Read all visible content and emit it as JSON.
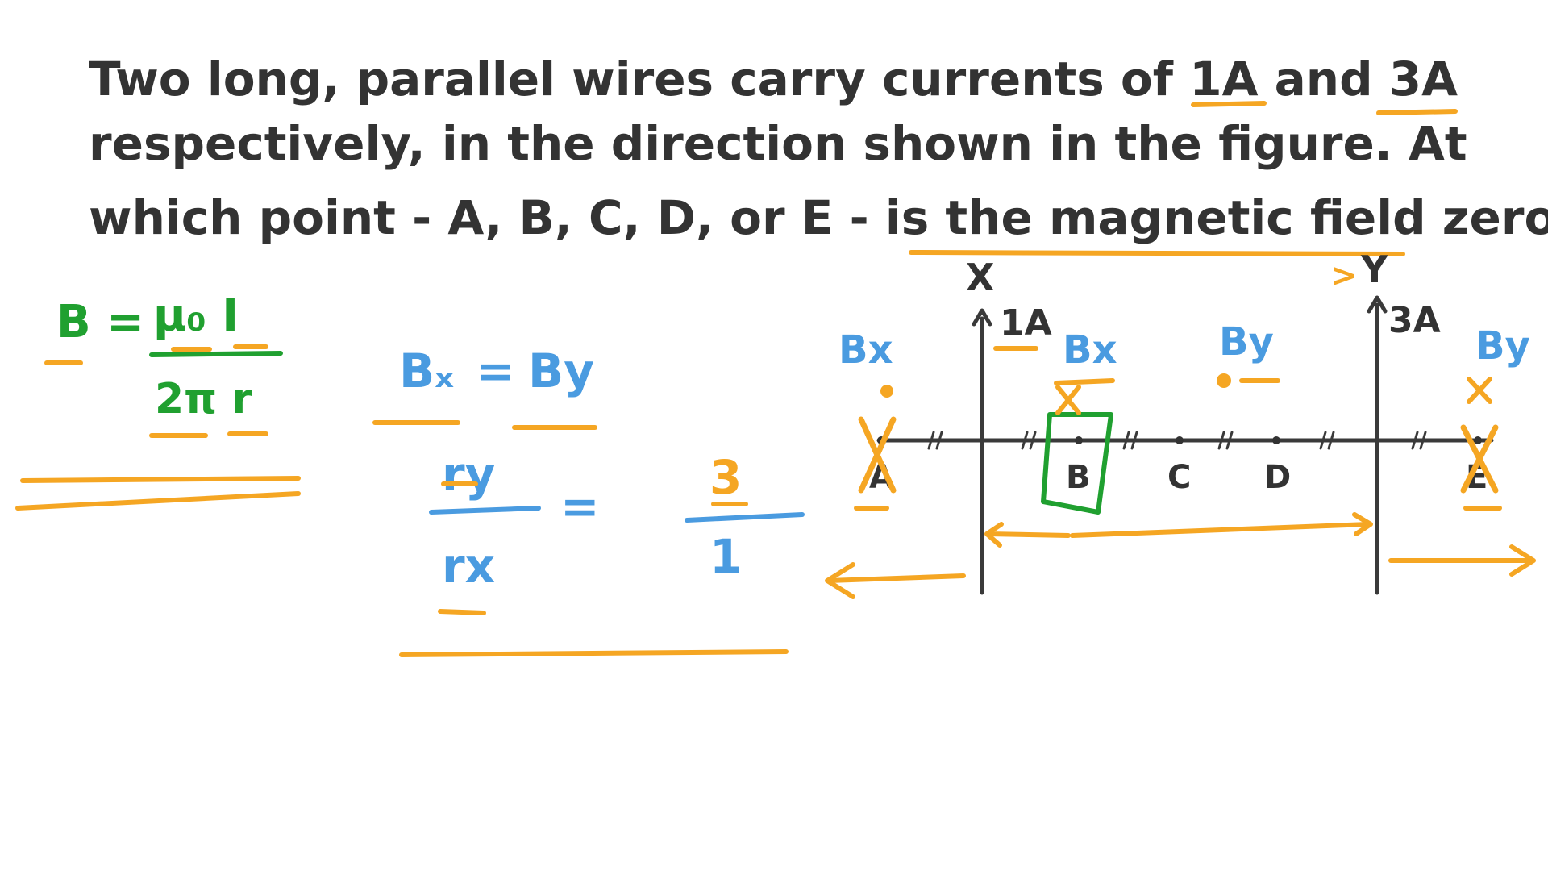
{
  "question": {
    "line1": "Two long, parallel wires carry currents of 1A and 3A",
    "line2": "respectively, in the direction shown in the figure.  At",
    "line3": "which point - A, B, C, D, or E - is the magnetic field zero?"
  },
  "formula": {
    "lhs": "B =",
    "numerator": "μ₀ I",
    "denominator": "2π r"
  },
  "working": {
    "equation_lhs": "Bₓ",
    "equation_eq": "=",
    "equation_rhs": "By",
    "ratio_num": "ry",
    "ratio_den": "rx",
    "ratio_eq": "=",
    "value_num": "3",
    "value_den": "1"
  },
  "figure": {
    "wire_x_label": "X",
    "wire_y_label": "Y",
    "wire_x_current": "1A",
    "wire_y_current": "3A",
    "greater_than": ">",
    "points": [
      "A",
      "B",
      "C",
      "D",
      "E"
    ],
    "field_labels": {
      "bx_left": "Bx",
      "bx_mid": "Bx",
      "by_mid": "By",
      "by_right": "By"
    },
    "selected_point": "B"
  },
  "colors": {
    "text": "#333333",
    "green": "#20a030",
    "blue": "#4a9be0",
    "orange": "#f5a623"
  }
}
